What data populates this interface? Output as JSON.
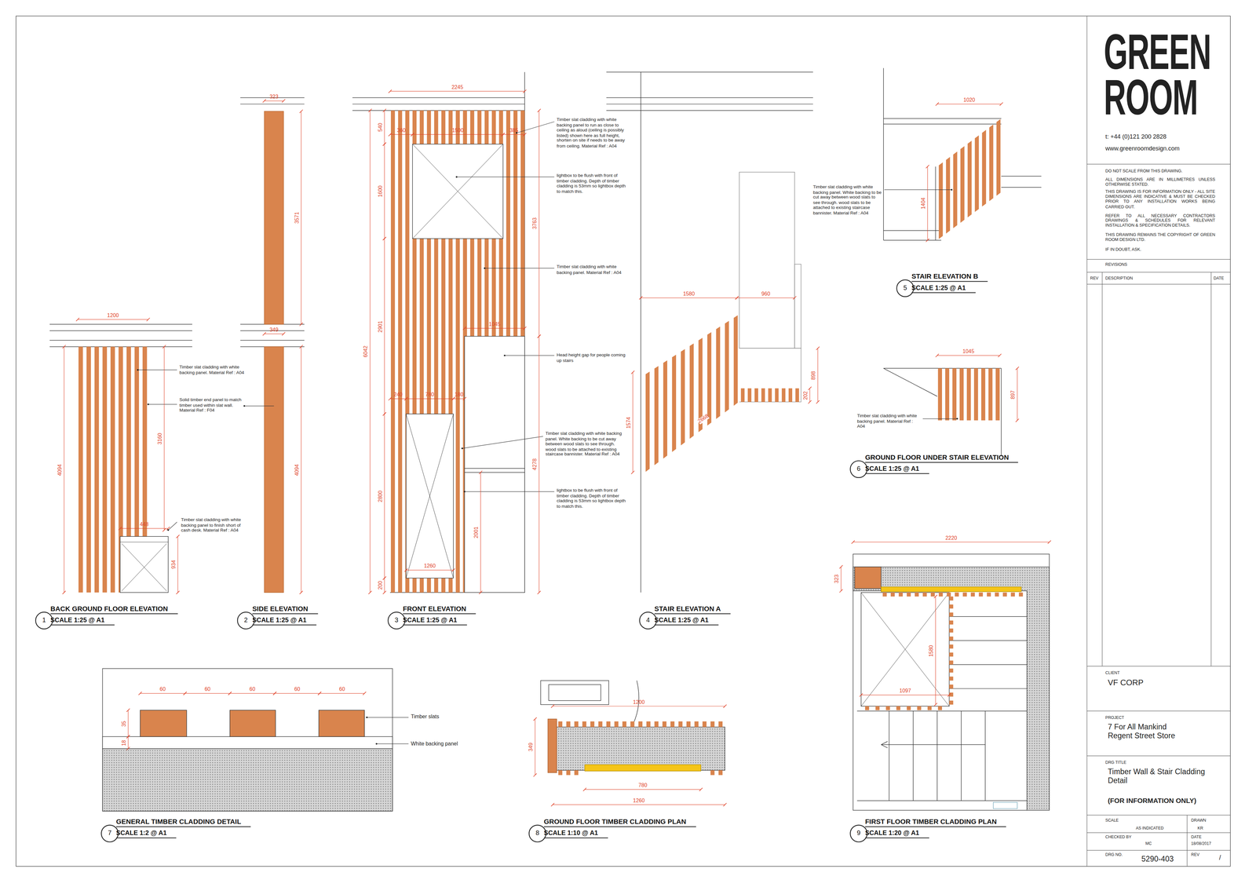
{
  "diagram": {
    "nodes": [
      {
        "text": [
          "1",
          "BACK GROUND FLOOR ELEVATION",
          "SCALE 1:25 @ A1"
        ]
      },
      {
        "text": [
          "2",
          "SIDE ELEVATION",
          "SCALE 1:25 @ A1"
        ]
      },
      {
        "text": [
          "3",
          "FRONT ELEVATION",
          "SCALE 1:25 @ A1"
        ]
      },
      {
        "text": [
          "4",
          "STAIR ELEVATION A",
          "SCALE 1:25 @ A1"
        ]
      },
      {
        "text": [
          "5",
          "STAIR ELEVATION B",
          "SCALE 1:25 @ A1"
        ]
      },
      {
        "text": [
          "6",
          "GROUND FLOOR UNDER STAIR ELEVATION",
          "SCALE 1:25 @ A1"
        ]
      },
      {
        "text": [
          "7",
          "GENERAL TIMBER CLADDING DETAIL",
          "SCALE 1:2 @ A1"
        ]
      },
      {
        "text": [
          "8",
          "GROUND FLOOR TIMBER CLADDING PLAN",
          "SCALE 1:10 @ A1"
        ]
      },
      {
        "text": [
          "9",
          "FIRST FLOOR TIMBER CLADDING PLAN",
          "SCALE 1:20 @ A1"
        ]
      }
    ],
    "labels": [
      "GREEN",
      "ROOM",
      "t: +44 (0)121 200 2828",
      "www.greenroomdesign.com",
      "DO NOT SCALE FROM THIS DRAWING.",
      "ALL DIMENSIONS ARE IN MILLIMETRES UNLESS OTHERWISE STATED.",
      "THIS DRAWING IS FOR INFORMATION ONLY - ALL SITE DIMENSIONS ARE INDICATIVE & MUST BE CHECKED PRIOR TO ANY INSTALLATION WORKS BEING CARRIED OUT.",
      "REFER TO ALL NECESSARY CONTRACTORS DRAWINGS & SCHEDULES FOR RELEVANT INSTALLATION & SPECIFICATION DETAILS.",
      "THIS DRAWING REMAINS THE COPYRIGHT OF GREEN ROOM DESIGN LTD.",
      "IF IN DOUBT, ASK.",
      "REVISIONS",
      "REV",
      "DESCRIPTION",
      "DATE",
      "CLIENT",
      "VF CORP",
      "PROJECT",
      "7 For All Mankind Regent Street Store",
      "DRG TITLE",
      "Timber Wall & Stair Cladding Detail",
      "(FOR INFORMATION ONLY)",
      "SCALE",
      "AS INDICATED",
      "DRAWN",
      "KR",
      "CHECKED BY",
      "MC",
      "DATE",
      "18/08/2017",
      "DRG NO.",
      "5290-403",
      "REV",
      "/",
      "1200",
      "4094",
      "3160",
      "448",
      "934",
      "Timber slat cladding with white backing panel. Material Ref : A04",
      "Solid timber end panel to match timber used within slat wall. Material Ref : F04",
      "Timber slat cladding with white backing panel to finish short of cash desk. Material Ref : A04",
      "323",
      "3571",
      "349",
      "4094",
      "2245",
      "540",
      "360",
      "1500",
      "385",
      "1600",
      "3763",
      "2901",
      "6042",
      "1045",
      "240",
      "780",
      "180",
      "2800",
      "4278",
      "2001",
      "1260",
      "200",
      "Timber slat cladding with white backing panel to run as close to ceiling as aloud (ceiling is possibly listed) shown here as full height, shorten on site if needs to be away from ceiling. Material Ref : A04",
      "lightbox to be flush with front of timber cladding. Depth of timber cladding is 53mm so lightbox depth to match this.",
      "Timber slat cladding with white backing panel. Material Ref : A04",
      "Head height gap for people coming up stairs",
      "Timber slat cladding with white backing panel. White backing to be cut away between wood slats to see through. wood slats to be attached to existing staircase bannister. Material Ref : A04",
      "lightbox to be flush with front of timber cladding. Depth of timber cladding is 53mm so lightbox depth to match this.",
      "1580",
      "960",
      "1574",
      "898",
      "202",
      "2668",
      "1020",
      "1404",
      "Timber slat cladding with white backing panel. White backing to be cut away between wood slats to see through. wood slats to be attached to existing staircase bannister. Material Ref : A04",
      "1045",
      "897",
      "Timber slat cladding with white backing panel. Material Ref : A04",
      "60",
      "60",
      "60",
      "60",
      "60",
      "35",
      "18",
      "Timber slats",
      "White backing panel",
      "1200",
      "349",
      "780",
      "1260",
      "2220",
      "323",
      "1580",
      "1097"
    ]
  }
}
